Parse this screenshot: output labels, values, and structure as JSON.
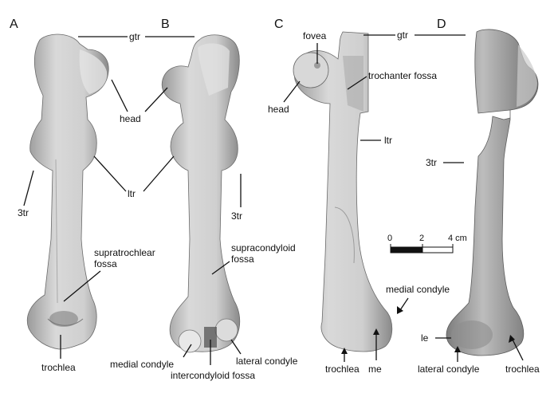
{
  "panels": {
    "a": "A",
    "b": "B",
    "c": "C",
    "d": "D"
  },
  "labels": {
    "gtr_ab": "gtr",
    "head_ab": "head",
    "ltr_ab": "ltr",
    "tr3_a": "3tr",
    "tr3_b": "3tr",
    "supratrochlear": [
      "supratrochlear",
      "fossa"
    ],
    "supracondyloid": [
      "supracondyloid",
      "fossa"
    ],
    "trochlea_a": "trochlea",
    "medial_condyle_b": "medial condyle",
    "intercondyloid": "intercondyloid fossa",
    "lateral_condyle_b": "lateral condyle",
    "fovea": "fovea",
    "gtr_cd": "gtr",
    "head_c": "head",
    "trochanter_fossa": "trochanter fossa",
    "ltr_c": "ltr",
    "medial_condyle_c": "medial condyle",
    "trochlea_c": "trochlea",
    "me": "me",
    "tr3_d": "3tr",
    "le": "le",
    "lateral_condyle_d": "lateral condyle",
    "trochlea_d": "trochlea"
  },
  "scale_bar": {
    "ticks": [
      "0",
      "2",
      "4 cm"
    ]
  },
  "colors": {
    "bone_light": "#e6e6e6",
    "bone_mid": "#c6c6c6",
    "bone_dark": "#8c8c8c",
    "ink": "#111111"
  }
}
